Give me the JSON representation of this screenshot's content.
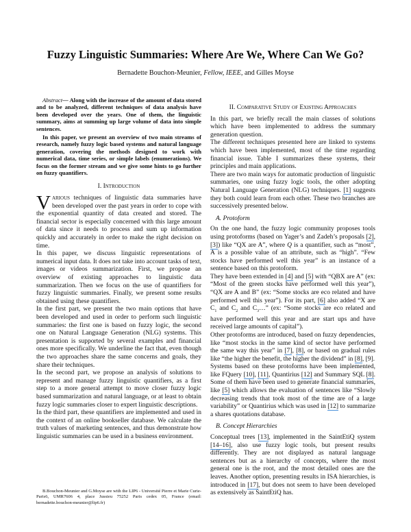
{
  "paper": {
    "title": "Fuzzy Linguistic Summaries: Where Are We, Where Can We Go?",
    "authors": {
      "a1": "Bernadette Bouchon-Meunier, ",
      "a1_title": "Fellow, IEEE,",
      "rest": " and Gilles Moyse"
    },
    "abstract": {
      "label": "Abstract",
      "p1": "— Along with the increase of the amount of data stored and to be analyzed, different techniques of data analysis have been developed over the years. One of them, the linguistic summary, aims at summing up large volume of data into simple sentences.",
      "p2": "In this paper, we present an overview of two main streams of research, namely fuzzy logic based systems and natural language generation, covering the methods designed to work with numerical data, time series, or simple labels (enumerations). We focus on the former stream and we give some hints to go further on fuzzy quantifiers."
    },
    "intro": {
      "heading": "I. Introduction",
      "dropcap": "V",
      "first_word": "arious",
      "p1_rest": " techniques of linguistic data summaries have been developed over the past years in order to cope with the exponential quantity of data created and stored. The financial sector is especially concerned with this large amount of data since it needs to process and sum up information quickly and accurately in order to make the right decision on time.",
      "p2": "In this paper, we discuss linguistic representations of numerical input data. It does not take into account tasks of text, images or videos summarization. First, we propose an overview of existing approaches to linguistic data summarization. Then we focus on the use of quantifiers for fuzzy linguistic summaries. Finally, we present some results obtained using these quantifiers.",
      "p3": "In the first part, we present the two main options that have been developed and used in order to perform such linguistic summaries: the first one is based on fuzzy logic, the second one on Natural Language Generation (NLG) systems. This presentation is supported by several examples and financial ones more specifically. We underline the fact that, even though the two approaches share the same concerns and goals, they share their techniques.",
      "p4": "In the second part, we propose an analysis of solutions to represent and manage fuzzy linguistic quantifiers, as a first step to a more general attempt to move closer fuzzy logic based summarization and natural language, or at least to obtain fuzzy logic summaries closer to expert linguistic descriptions.",
      "p5": "In the third part, these quantifiers are implemented and used in the context of an online bookseller database. We calculate the truth values of marketing sentences, and thus demonstrate how linguistic summaries can be used in a business environment."
    },
    "footnote": "B.Bouchon-Meunier and G.Moyse are with the LIP6 - Université Pierre et Marie Curie-Paris6, UMR7606 4, place Jussieu 75252 Paris cedex 05, France (email: bernadette.bouchon-meunier@lip6.fr)",
    "section2": {
      "heading": "II. Comparative Study of Existing Approaches",
      "paragraphs": [
        [
          {
            "t": "In this part, we briefly recall the main classes of solutions which have been implemented to address the summary generation question."
          }
        ],
        [
          {
            "t": "The different techniques presented here are linked to systems which have been implemented, most of the time regarding financial issue. Table I summarizes these systems, their principles and main applications."
          }
        ],
        [
          {
            "t": "There are two main ways for automatic production of linguistic summaries, one using fuzzy logic tools, the other adopting Natural Language Generation (NLG) techniques. "
          },
          {
            "t": "[1]",
            "cite": true
          },
          {
            "t": " suggests they both could learn from each other. These two branches are successively presented below."
          }
        ]
      ],
      "subA": {
        "heading": "A. Protoform",
        "paragraphs": [
          [
            {
              "t": "On the one hand, the fuzzy logic community proposes tools using protoforms (based on Yager’s and Zadeh’s proposals "
            },
            {
              "t": "[2]",
              "cite": true
            },
            {
              "t": ", "
            },
            {
              "t": "[3]",
              "cite": true
            },
            {
              "t": ") like “QX are A”, where "
            },
            {
              "t": "Q",
              "it": true
            },
            {
              "t": " is a quantifier, such as “most”, A is a possible value of an attribute, such as “high”. “Few stocks have performed well this year” is an instance of a sentence based on this protoform."
            }
          ],
          [
            {
              "t": "They have been extended in "
            },
            {
              "t": "[4]",
              "cite": true
            },
            {
              "t": " and "
            },
            {
              "t": "[5]",
              "cite": true
            },
            {
              "t": " with “QBX are A” (ex: “Most of the green stocks have performed well this year”), “QX are A and B” (ex: “Some stocks are eco related and have performed well this year”). For its part, "
            },
            {
              "t": "[6]",
              "cite": true
            },
            {
              "t": " also added “X are C"
            },
            {
              "t": "1",
              "sub": true
            },
            {
              "t": " and C"
            },
            {
              "t": "2",
              "sub": true
            },
            {
              "t": " and C"
            },
            {
              "t": "3",
              "sub": true
            },
            {
              "t": "…” (ex: “Some stocks are eco related and have performed well this year and are start ups and have received large amounts of capital”)."
            }
          ],
          [
            {
              "t": "Other protoforms are introduced, based on fuzzy dependencies, like “most stocks in the same kind of sector have performed the same way this year” in "
            },
            {
              "t": "[7]",
              "cite": true
            },
            {
              "t": ", "
            },
            {
              "t": "[8]",
              "cite": true
            },
            {
              "t": ", or based on gradual rules like “the higher the benefit, the higher the dividend” in "
            },
            {
              "t": "[8]",
              "cite": true
            },
            {
              "t": ", [9]."
            }
          ],
          [
            {
              "t": "Systems based on these protoforms have been implemented, like FQuery "
            },
            {
              "t": "[10]",
              "cite": true
            },
            {
              "t": ", "
            },
            {
              "t": "[11]",
              "cite": true
            },
            {
              "t": ", Quantirius "
            },
            {
              "t": "[12]",
              "cite": true
            },
            {
              "t": " and Summary SQL "
            },
            {
              "t": "[8]",
              "cite": true
            },
            {
              "t": ". Some of them have been used to generate financial summaries, like "
            },
            {
              "t": "[5]",
              "cite": true
            },
            {
              "t": " which allows the evaluation of sentences like “Slowly decreasing trends that took most of the time are of a large variability” or Quantirius which was used in "
            },
            {
              "t": "[12]",
              "cite": true
            },
            {
              "t": " to summarize a shares quotations database."
            }
          ]
        ]
      },
      "subB": {
        "heading": "B. Concept Hierarchies",
        "paragraphs": [
          [
            {
              "t": "Conceptual trees "
            },
            {
              "t": "[13]",
              "cite": true
            },
            {
              "t": ", implemented in the SaintEtiQ system "
            },
            {
              "t": "[14–16]",
              "cite": true
            },
            {
              "t": ", also use fuzzy logic tools, but present results differently. They are not displayed as natural language sentences but as a hierarchy of concepts, where the most general one is the root, and the most detailed ones are the leaves. Another option, presenting results in ISA hierarchies, is introduced in "
            },
            {
              "t": "[17]",
              "cite": true
            },
            {
              "t": ", but does not seem to have been developed as extensively as SaintEtiQ has."
            }
          ]
        ]
      }
    },
    "colors": {
      "citation_underline": "#4a90d9",
      "text": "#111111"
    }
  }
}
